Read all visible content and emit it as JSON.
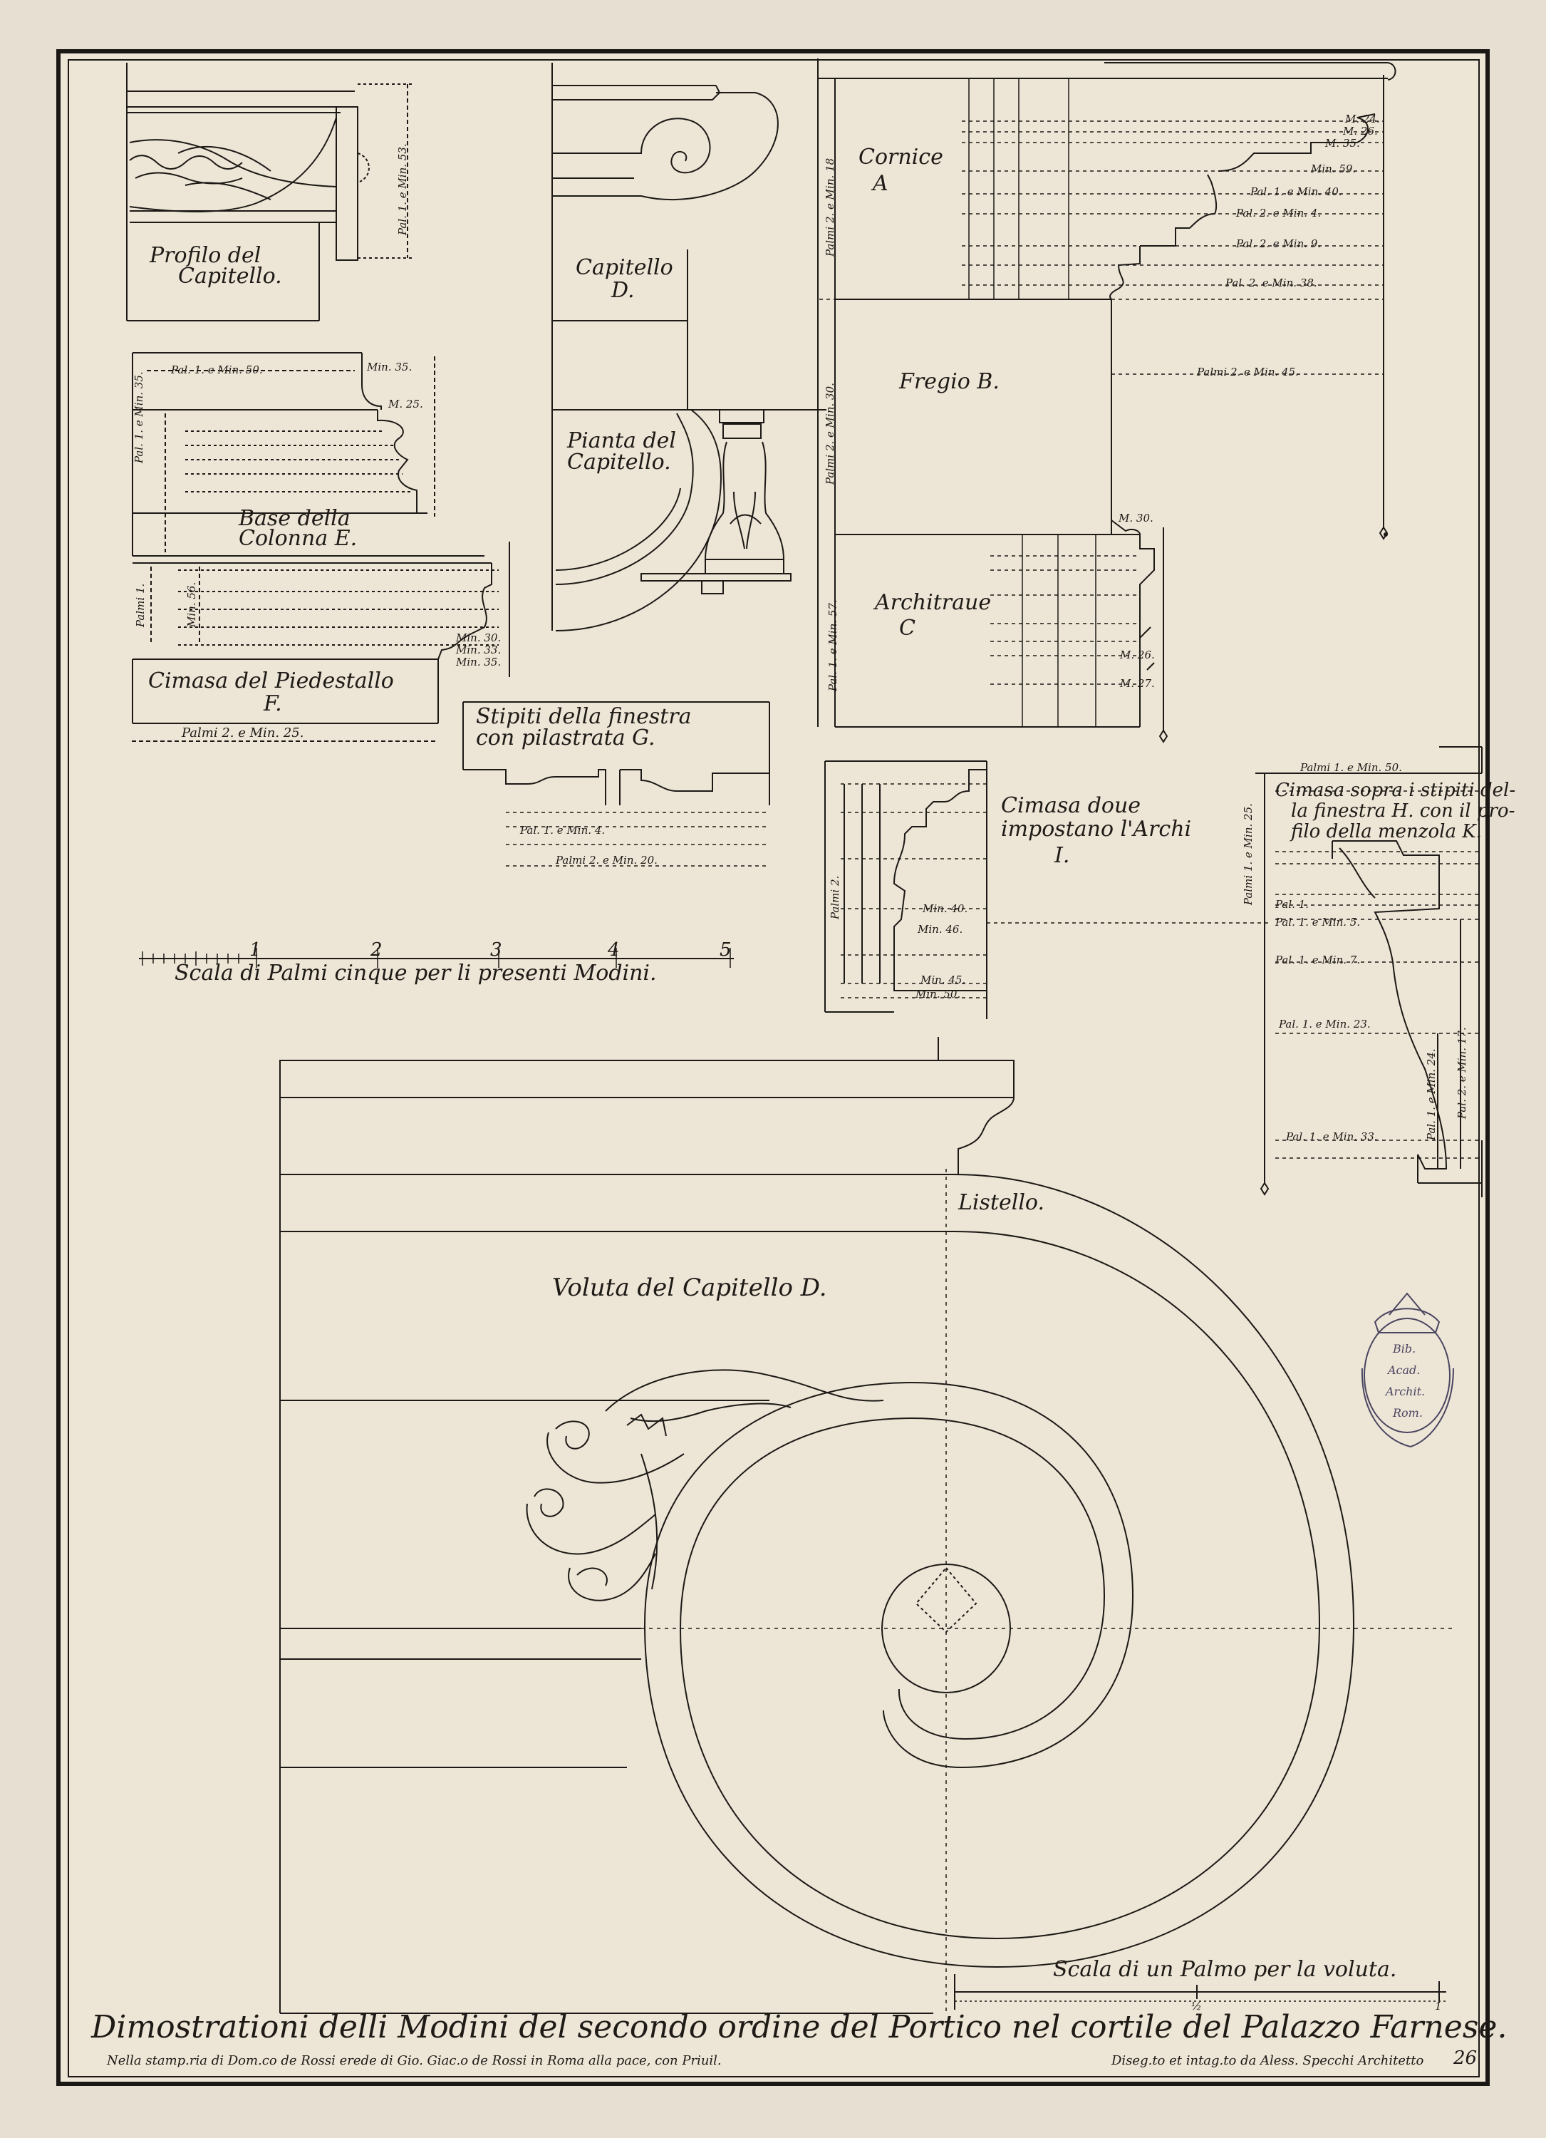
{
  "labels": {
    "profilo_l1": "Profilo del",
    "profilo_l2": "Capitello.",
    "capitello_l1": "Capitello",
    "capitello_l2": "D.",
    "pianta_l1": "Pianta del",
    "pianta_l2": "Capitello.",
    "cornice_l1": "Cornice",
    "cornice_l2": "A",
    "fregio": "Fregio B.",
    "architraue_l1": "Architraue",
    "architraue_l2": "C",
    "base_l1": "Base della",
    "base_l2": "Colonna E.",
    "cimasa_ped_l1": "Cimasa del Piedestallo",
    "cimasa_ped_l2": "F.",
    "stipiti_l1": "Stipiti della finestra",
    "stipiti_l2": "con pilastrata G.",
    "cimasa_archi_l1": "Cimasa doue",
    "cimasa_archi_l2": "impostano l'Archi",
    "cimasa_archi_l3": "I.",
    "cimasa_sopra_l1": "Cimasa sopra i stipiti del-",
    "cimasa_sopra_l2": "la finestra H. con il pro-",
    "cimasa_sopra_l3": "filo della menzola K.",
    "scala_palmi": "Scala di Palmi cinque per li presenti Modini.",
    "voluta": "Voluta del Capitello D.",
    "listello": "Listello.",
    "scala_voluta": "Scala di un Palmo per la voluta."
  },
  "dimensions": {
    "pal1_min50": "Pal. 1. e Min. 50.",
    "min35a": "Min. 35.",
    "m25": "M. 25.",
    "palmi1_min35": "Pal. 1. e Min. 35.",
    "pal1_min53": "Pal. 1. e Min. 53.",
    "palmi2_min25": "Palmi 2. e Min. 25.",
    "min30": "Min. 30.",
    "min33": "Min. 33.",
    "min35b": "Min. 35.",
    "palmi1": "Palmi 1.",
    "min56": "Min. 56.",
    "palmi2_min18": "Palmi 2. e Min. 18",
    "palmi2_min30": "Palmi 2. e Min. 30.",
    "pal1_min57": "Pal. 1. e Min. 57.",
    "m24": "M. 24.",
    "m26": "M. 26.",
    "m35": "M. 35.",
    "min59": "Min. 59.",
    "pal1_min40": "Pal. 1. e Min. 40.",
    "pal2_min4": "Pal. 2. e Min. 4.",
    "pal2_min9": "Pal. 2. e Min. 9.",
    "pal2_min38": "Pal. 2. e Min. 38.",
    "palmi2_min45": "Palmi 2. e Min. 45.",
    "m30": "M. 30.",
    "m26b": "M. 26.",
    "m27": "M. 27.",
    "pal1_min4": "Pal. 1. e Min. 4.",
    "palmi2_min20": "Palmi 2. e Min. 20.",
    "min40": "Min. 40.",
    "min46": "Min. 46.",
    "min45": "Min. 45.",
    "min50": "Min. 50.",
    "palmi2": "Palmi 2.",
    "palmi1_min50": "Palmi 1. e Min. 50.",
    "pal1": "Pal. 1.",
    "pal1_min5": "Pal. 1. e Min. 5.",
    "pal1_min7": "Pal. 1. e Min. 7.",
    "pal1_min23": "Pal. 1. e Min. 23.",
    "pal1_min33": "Pal. 1. e Min. 33.",
    "pal1_min24": "Pal. 1. e Min. 24.",
    "pal2_min17": "Pal. 2. e Min. 17.",
    "palmi1_min25": "Palmi 1. e Min. 25."
  },
  "scale_numbers": [
    "1",
    "2",
    "3",
    "4",
    "5"
  ],
  "voluta_scale_numbers": [
    "½",
    "1"
  ],
  "stamp": {
    "line1": "Bib.",
    "line2": "Acad.",
    "line3": "Archit.",
    "line4": "Rom."
  },
  "footer": {
    "title": "Dimostrationi delli Modini del secondo ordine del Portico nel cortile del Palazzo Farnese.",
    "publisher": "Nella stamp.ria di Dom.co de Rossi erede di Gio. Giac.o de Rossi in Roma alla pace, con Priuil.",
    "engraver": "Diseg.to et intag.to da Aless. Specchi Architetto",
    "page_number": "26"
  }
}
